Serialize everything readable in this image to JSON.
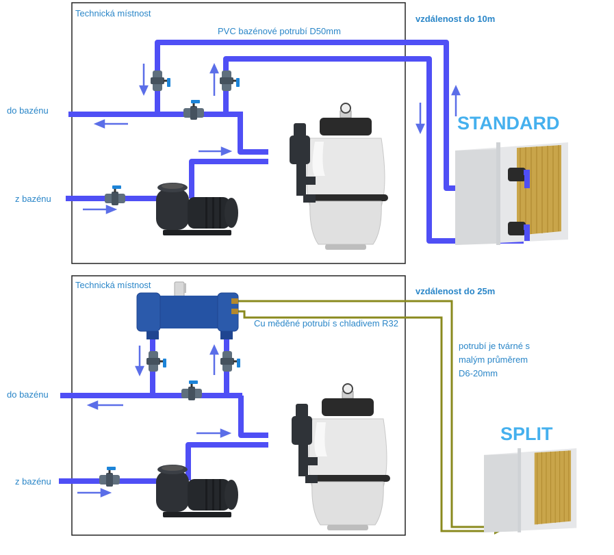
{
  "standard": {
    "room_label": "Technická místnost",
    "pipe_label": "PVC bazénové potrubí D50mm",
    "distance_label": "vzdálenost do 10m",
    "to_pool_label": "do bazénu",
    "from_pool_label": "z bazénu",
    "unit_title": "STANDARD"
  },
  "split": {
    "room_label": "Technická místnost",
    "pipe_label": "Cu měděné potrubí s chladivem R32",
    "distance_label": "vzdálenost do 25m",
    "note_lines": [
      "potrubí je tvárné s",
      "malým průměrem",
      "D6-20mm"
    ],
    "to_pool_label": "do bazénu",
    "from_pool_label": "z bazénu",
    "unit_title": "SPLIT"
  },
  "colors": {
    "water_pipe": "#4f4ff5",
    "arrow": "#5b6ee8",
    "copper_pipe": "#8a8a1e",
    "label_text": "#2a86c8",
    "title_text": "#45b0ee"
  },
  "icons": [
    "ball-valve-icon",
    "filter-tank-icon",
    "pump-icon",
    "heat-pump-unit-icon",
    "heat-exchanger-icon"
  ]
}
